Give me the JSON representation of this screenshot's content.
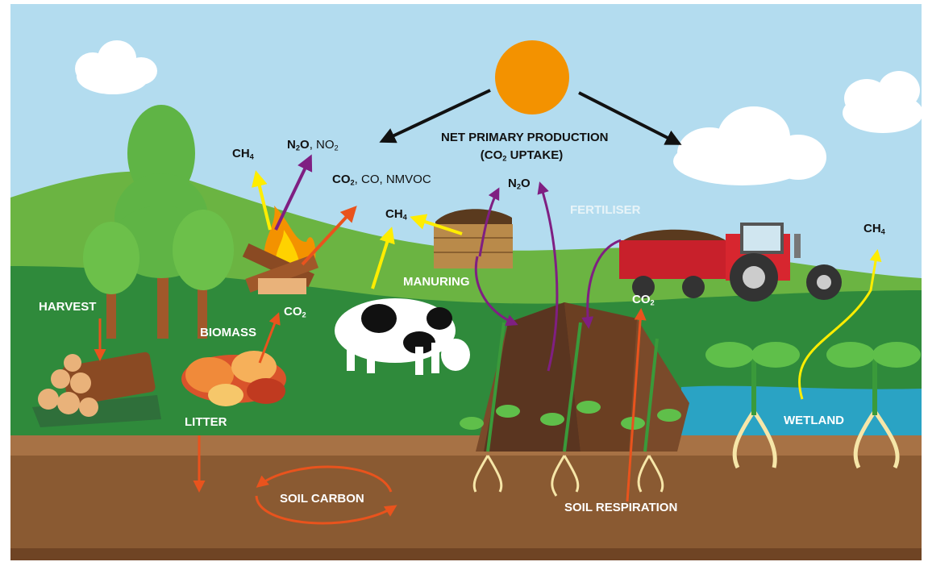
{
  "labels": {
    "net_primary_line1": "NET PRIMARY PRODUCTION",
    "net_primary_line2_pre": "(CO",
    "net_primary_line2_sub": "2",
    "net_primary_line2_post": " UPTAKE)",
    "ch4_fire": {
      "main": "CH",
      "sub": "4"
    },
    "n2o_fire": {
      "a": "N",
      "a_sub": "2",
      "b": "O",
      "rest": ", NO",
      "rest_sub": "2"
    },
    "co2_fire": {
      "main": "CO",
      "sub": "2",
      "rest": ", CO, NMVOC"
    },
    "ch4_manure": {
      "main": "CH",
      "sub": "4"
    },
    "n2o_field": {
      "a": "N",
      "a_sub": "2",
      "b": "O"
    },
    "fertiliser": "FERTILISER",
    "ch4_wetland": {
      "main": "CH",
      "sub": "4"
    },
    "manuring": "MANURING",
    "co2_tractor": {
      "main": "CO",
      "sub": "2"
    },
    "harvest": "HARVEST",
    "co2_biomass": {
      "main": "CO",
      "sub": "2"
    },
    "biomass": "BIOMASS",
    "litter": "LITTER",
    "soil_carbon": "SOIL CARBON",
    "soil_respiration": "SOIL RESPIRATION",
    "wetland": "WETLAND"
  },
  "colors": {
    "sky": "#b3dcef",
    "sun": "#f39200",
    "hill_light": "#6bb442",
    "hill_dark": "#2f8a3b",
    "soil": "#8a5a32",
    "water": "#2aa3c4",
    "arrow_black": "#111111",
    "arrow_yellow": "#ffed00",
    "arrow_purple": "#7f1f82",
    "arrow_orange": "#e9531d"
  }
}
